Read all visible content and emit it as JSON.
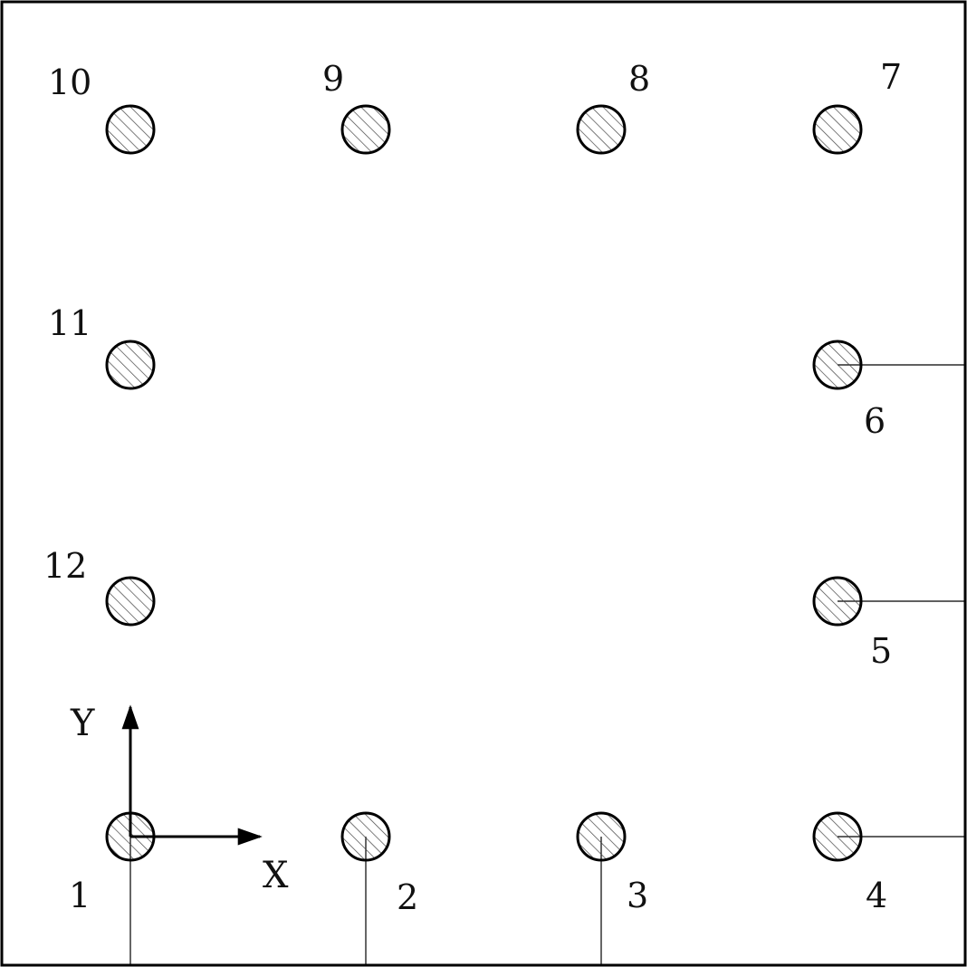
{
  "diagram": {
    "frame_color": "#000000",
    "hole_fill": "#c8c8c8",
    "hatch_color": "#444444",
    "axes": {
      "x_label": "X",
      "y_label": "Y"
    },
    "holes": [
      {
        "id": "1",
        "label": "1"
      },
      {
        "id": "2",
        "label": "2"
      },
      {
        "id": "3",
        "label": "3"
      },
      {
        "id": "4",
        "label": "4"
      },
      {
        "id": "5",
        "label": "5"
      },
      {
        "id": "6",
        "label": "6"
      },
      {
        "id": "7",
        "label": "7"
      },
      {
        "id": "8",
        "label": "8"
      },
      {
        "id": "9",
        "label": "9"
      },
      {
        "id": "10",
        "label": "10"
      },
      {
        "id": "11",
        "label": "11"
      },
      {
        "id": "12",
        "label": "12"
      }
    ]
  }
}
